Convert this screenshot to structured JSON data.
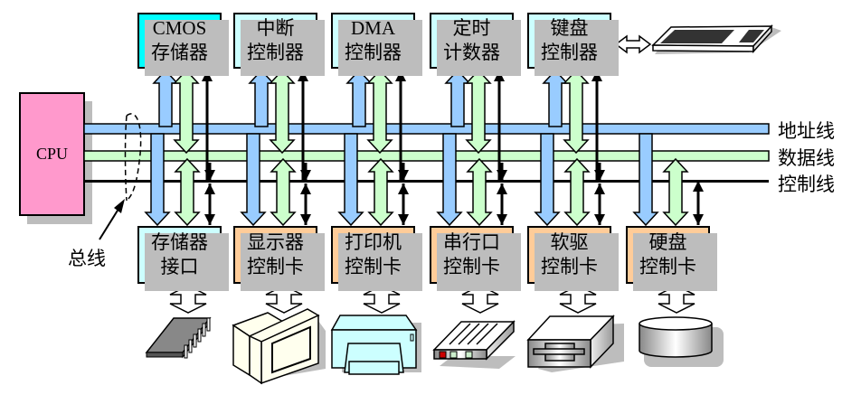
{
  "title": "微机总线结构示意图",
  "colors": {
    "address_bus": "#99ccff",
    "data_bus": "#ccffcc",
    "control_bus": "#000000",
    "cpu": "#ff99cc",
    "cmos": "#00ffff",
    "controller": "#ccffff",
    "card": "#ffcc99",
    "shadow": "#bdbdbd"
  },
  "cpu": {
    "label": "CPU"
  },
  "bus_label": "总线",
  "bus_lines": [
    {
      "id": "address",
      "label": "地址线"
    },
    {
      "id": "data",
      "label": "数据线"
    },
    {
      "id": "control",
      "label": "控制线"
    }
  ],
  "top_modules": [
    {
      "line1": "CMOS",
      "line2": "存储器"
    },
    {
      "line1": "中断",
      "line2": "控制器"
    },
    {
      "line1": "DMA",
      "line2": "控制器"
    },
    {
      "line1": "定时",
      "line2": "计数器"
    },
    {
      "line1": "键盘",
      "line2": "控制器"
    }
  ],
  "bottom_modules": [
    {
      "line1": "存储器",
      "line2": "接口",
      "device": "memory-chip"
    },
    {
      "line1": "显示器",
      "line2": "控制卡",
      "device": "monitor"
    },
    {
      "line1": "打印机",
      "line2": "控制卡",
      "device": "printer"
    },
    {
      "line1": "串行口",
      "line2": "控制卡",
      "device": "modem"
    },
    {
      "line1": "软驱",
      "line2": "控制卡",
      "device": "floppy-drive"
    },
    {
      "line1": "硬盘",
      "line2": "控制卡",
      "device": "hard-disk"
    }
  ],
  "keyboard_device": "keyboard"
}
